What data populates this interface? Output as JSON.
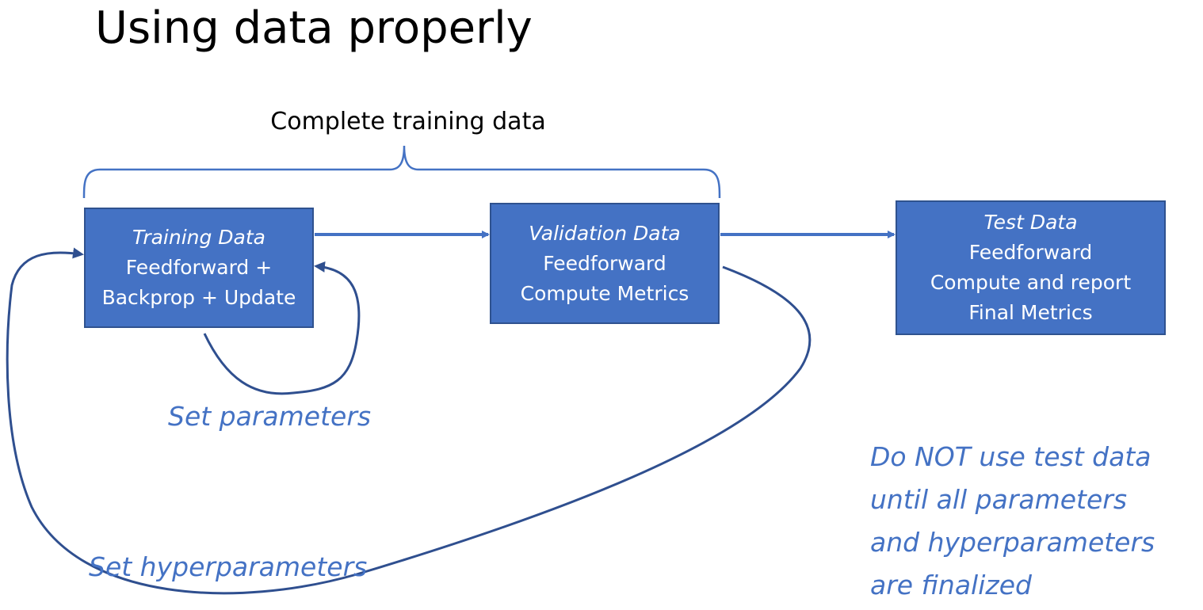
{
  "title": "Using data properly",
  "bracket_label": "Complete training data",
  "boxes": {
    "training": {
      "heading": "Training Data",
      "line1": "Feedforward +",
      "line2": "Backprop + Update"
    },
    "validation": {
      "heading": "Validation Data",
      "line1": "Feedforward",
      "line2": "Compute Metrics"
    },
    "test": {
      "heading": "Test Data",
      "line1": "Feedforward",
      "line2": "Compute and report",
      "line3": "Final Metrics"
    }
  },
  "loop_labels": {
    "set_parameters": "Set parameters",
    "set_hyperparameters": "Set hyperparameters"
  },
  "warning": {
    "line1": "Do NOT use test data",
    "line2": "until all parameters",
    "line3": "and hyperparameters",
    "line4": "are finalized"
  },
  "colors": {
    "box_fill": "#4472c4",
    "box_border": "#2f528f",
    "arrow": "#4472c4",
    "loop_arrow": "#2f4f8f",
    "note_text": "#4472c4"
  }
}
